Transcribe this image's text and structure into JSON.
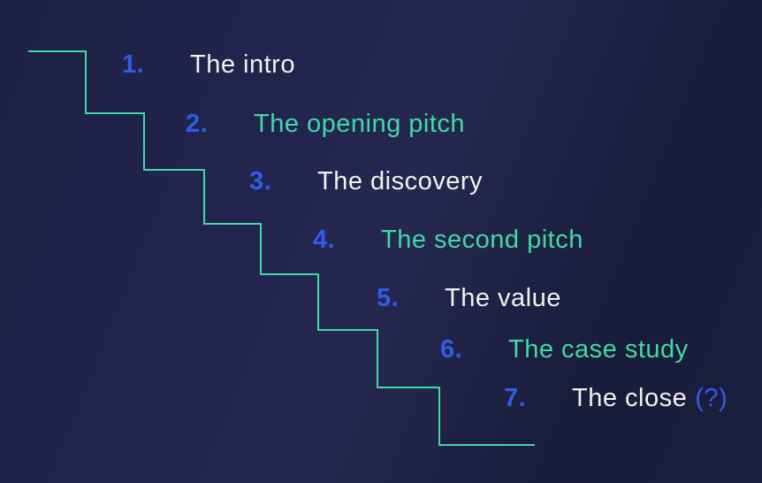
{
  "slide": {
    "type": "stair-step-diagram",
    "colors": {
      "background_navy": "#202249",
      "accent_blue": "#2e5ee8",
      "accent_teal": "#3edba2",
      "text_white": "#f5f0ec"
    },
    "staircase_line_color": "#3edba2",
    "steps": [
      {
        "number": "1.",
        "label": "The intro",
        "style": "white"
      },
      {
        "number": "2.",
        "label": "The opening pitch",
        "style": "teal"
      },
      {
        "number": "3.",
        "label": "The discovery",
        "style": "white"
      },
      {
        "number": "4.",
        "label": "The second pitch",
        "style": "teal"
      },
      {
        "number": "5.",
        "label": "The value",
        "style": "white"
      },
      {
        "number": "6.",
        "label": "The case study",
        "style": "teal"
      },
      {
        "number": "7.",
        "label": "The close",
        "style": "white",
        "suffix": "(?)"
      }
    ]
  }
}
